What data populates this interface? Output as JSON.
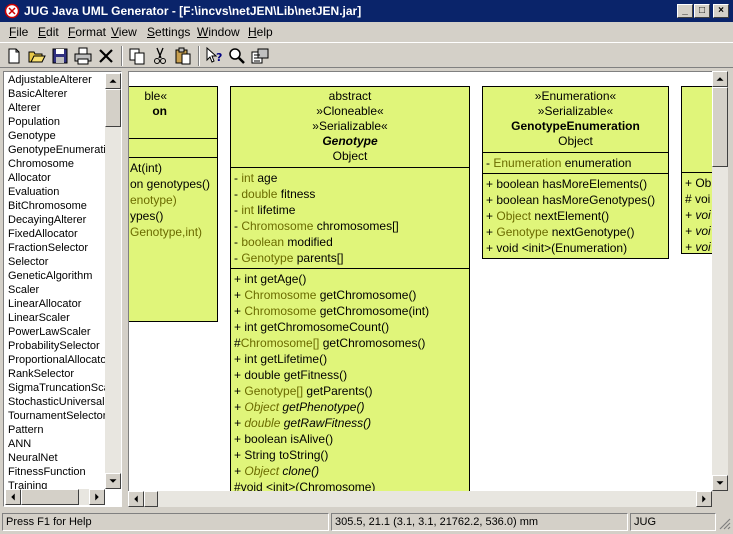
{
  "window": {
    "title": "JUG Java UML Generator - [F:\\incvs\\netJEN\\Lib\\netJEN.jar]",
    "minimize_glyph": "_",
    "maximize_glyph": "□",
    "close_glyph": "×"
  },
  "menu": [
    "File",
    "Edit",
    "Format",
    "View",
    "Settings",
    "Window",
    "Help"
  ],
  "toolbar": [
    "new-icon",
    "open-icon",
    "save-icon",
    "print-icon",
    "delete-icon",
    "copy-icon",
    "cut-icon",
    "paste-icon",
    "context-help-icon",
    "zoom-icon",
    "properties-icon"
  ],
  "class_list": [
    "AdjustableAlterer",
    "BasicAlterer",
    "Alterer",
    "Population",
    "Genotype",
    "GenotypeEnumeration",
    "Chromosome",
    "Allocator",
    "Evaluation",
    "BitChromosome",
    "DecayingAlterer",
    "FixedAllocator",
    "FractionSelector",
    "Selector",
    "GeneticAlgorithm",
    "Scaler",
    "LinearAllocator",
    "LinearScaler",
    "PowerLawScaler",
    "ProbabilitySelector",
    "ProportionalAllocator",
    "RankSelector",
    "SigmaTruncationScaler",
    "StochasticUniversal",
    "TournamentSelector",
    "Pattern",
    "ANN",
    "NeuralNet",
    "FitnessFunction",
    "Training"
  ],
  "diagram": {
    "partial_left": {
      "header": [
        "ble«",
        "on"
      ],
      "methods": [
        "At(int)",
        "on genotypes()",
        "",
        "",
        "",
        "",
        "enotype)",
        "ypes()",
        "Genotype,int)"
      ]
    },
    "genotype": {
      "stereotypes": [
        "abstract",
        "»Cloneable«",
        "»Serializable«"
      ],
      "name": "Genotype",
      "parent": "Object",
      "fields": [
        {
          "vis": "-",
          "type": "int",
          "name": "age",
          "t_olive": true
        },
        {
          "vis": "-",
          "type": "double",
          "name": "fitness",
          "t_olive": true
        },
        {
          "vis": "-",
          "type": "int",
          "name": "lifetime",
          "t_olive": true
        },
        {
          "vis": "-",
          "type": "Chromosome",
          "name": "chromosomes[]",
          "t_olive": true
        },
        {
          "vis": "-",
          "type": "boolean",
          "name": "modified",
          "t_olive": true
        },
        {
          "vis": "-",
          "type": "Genotype",
          "name": "parents[]",
          "t_olive": true
        }
      ],
      "methods": [
        {
          "vis": "+",
          "type": "int",
          "name": "getAge()",
          "t_olive": false,
          "italic": false
        },
        {
          "vis": "+",
          "type": "Chromosome",
          "name": "getChromosome()",
          "t_olive": true,
          "italic": false
        },
        {
          "vis": "+",
          "type": "Chromosome",
          "name": "getChromosome(int)",
          "t_olive": true,
          "italic": false
        },
        {
          "vis": "+",
          "type": "int",
          "name": "getChromosomeCount()",
          "t_olive": false,
          "italic": false
        },
        {
          "vis": "#",
          "type": "Chromosome[]",
          "name": "getChromosomes()",
          "t_olive": true,
          "italic": false
        },
        {
          "vis": "+",
          "type": "int",
          "name": "getLifetime()",
          "t_olive": false,
          "italic": false
        },
        {
          "vis": "+",
          "type": "double",
          "name": "getFitness()",
          "t_olive": false,
          "italic": false
        },
        {
          "vis": "+",
          "type": "Genotype[]",
          "name": "getParents()",
          "t_olive": true,
          "italic": false
        },
        {
          "vis": "+",
          "type": "Object",
          "name": "getPhenotype()",
          "t_olive": true,
          "italic": true
        },
        {
          "vis": "+",
          "type": "double",
          "name": "getRawFitness()",
          "t_olive": true,
          "italic": true
        },
        {
          "vis": "+",
          "type": "boolean",
          "name": "isAlive()",
          "t_olive": false,
          "italic": false
        },
        {
          "vis": "+",
          "type": "String",
          "name": "toString()",
          "t_olive": false,
          "italic": false
        },
        {
          "vis": "+",
          "type": "Object",
          "name": "clone()",
          "t_olive": true,
          "italic": true
        },
        {
          "vis": "#",
          "type": "void",
          "name": "<init>(Chromosome)",
          "t_olive": false,
          "italic": false
        }
      ]
    },
    "genotype_enumeration": {
      "stereotypes": [
        "»Enumeration«",
        "»Serializable«"
      ],
      "name": "GenotypeEnumeration",
      "parent": "Object",
      "fields": [
        {
          "vis": "-",
          "type": "Enumeration",
          "name": "enumeration",
          "t_olive": true
        }
      ],
      "methods": [
        {
          "vis": "+",
          "type": "boolean",
          "name": "hasMoreElements()",
          "t_olive": false,
          "italic": false
        },
        {
          "vis": "+",
          "type": "boolean",
          "name": "hasMoreGenotypes()",
          "t_olive": false,
          "italic": false
        },
        {
          "vis": "+",
          "type": "Object",
          "name": "nextElement()",
          "t_olive": true,
          "italic": false
        },
        {
          "vis": "+",
          "type": "Genotype",
          "name": "nextGenotype()",
          "t_olive": true,
          "italic": false
        },
        {
          "vis": "+",
          "type": "void",
          "name": "<init>(Enumeration)",
          "t_olive": false,
          "italic": false
        }
      ]
    },
    "partial_right": {
      "rows": [
        "+ Ob",
        "# voi",
        "+ voi",
        "+ voi",
        "+ voi"
      ]
    }
  },
  "status": {
    "help": "Press F1 for Help",
    "coords": "305.5, 21.1 (3.1, 3.1, 21762.2, 536.0) mm",
    "app": "JUG"
  },
  "colors": {
    "class_fill": "#e0f57a",
    "type_text": "#6b6b00",
    "title_bar": "#0a246a"
  }
}
